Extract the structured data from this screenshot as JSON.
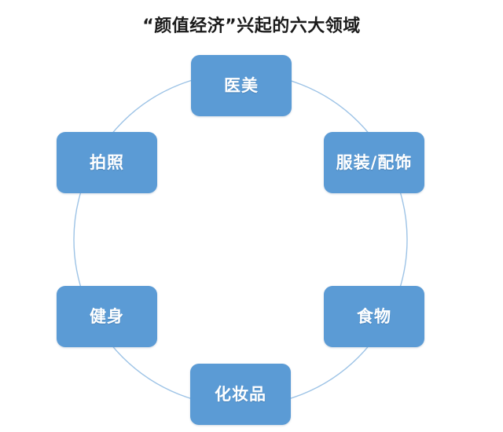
{
  "title": "“颜值经济”兴起的六大领域",
  "colors": {
    "node_fill": "#5B9BD5",
    "node_text": "#FFFFFF",
    "ring_stroke": "#9DC3E6",
    "title_text": "#1A1A1A",
    "background": "#FFFFFF"
  },
  "chart_data": {
    "type": "diagram",
    "diagram_type": "cycle",
    "title": "“颜值经济”兴起的六大领域",
    "node_count": 6,
    "categories": [
      "医美",
      "服装/配饰",
      "食物",
      "化妆品",
      "健身",
      "拍照"
    ],
    "values": [
      1,
      1,
      1,
      1,
      1,
      1
    ],
    "legend": [],
    "annotations": [],
    "layout": {
      "arrangement": "circular",
      "ring_center": [
        306,
        305
      ],
      "ring_radius": 212,
      "ring_visible": true,
      "grid": false
    }
  },
  "nodes": [
    {
      "id": "node-0",
      "label": "医美",
      "position": "top"
    },
    {
      "id": "node-1",
      "label": "服装/配饰",
      "position": "top-right"
    },
    {
      "id": "node-2",
      "label": "食物",
      "position": "bottom-right"
    },
    {
      "id": "node-3",
      "label": "化妆品",
      "position": "bottom"
    },
    {
      "id": "node-4",
      "label": "健身",
      "position": "bottom-left"
    },
    {
      "id": "node-5",
      "label": "拍照",
      "position": "top-left"
    }
  ]
}
